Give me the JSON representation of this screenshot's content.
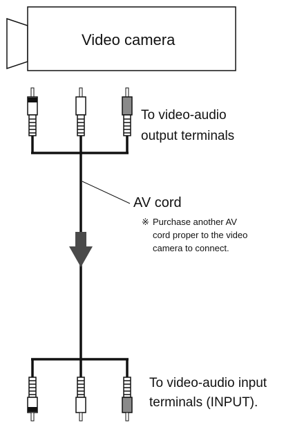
{
  "camera": {
    "title": "Video camera"
  },
  "output_label": {
    "line1": "To video-audio",
    "line2": "output terminals"
  },
  "cord": {
    "label": "AV cord",
    "note_mark": "※",
    "note_line1": "Purchase another AV",
    "note_line2": "cord proper to the video",
    "note_line3": "camera to connect."
  },
  "input_label": {
    "line1": "To video-audio input",
    "line2": "terminals (INPUT)."
  },
  "colors": {
    "line": "#111111",
    "gray_plug": "#8a8a8a",
    "arrow": "#4a4a4a",
    "background": "#ffffff"
  }
}
